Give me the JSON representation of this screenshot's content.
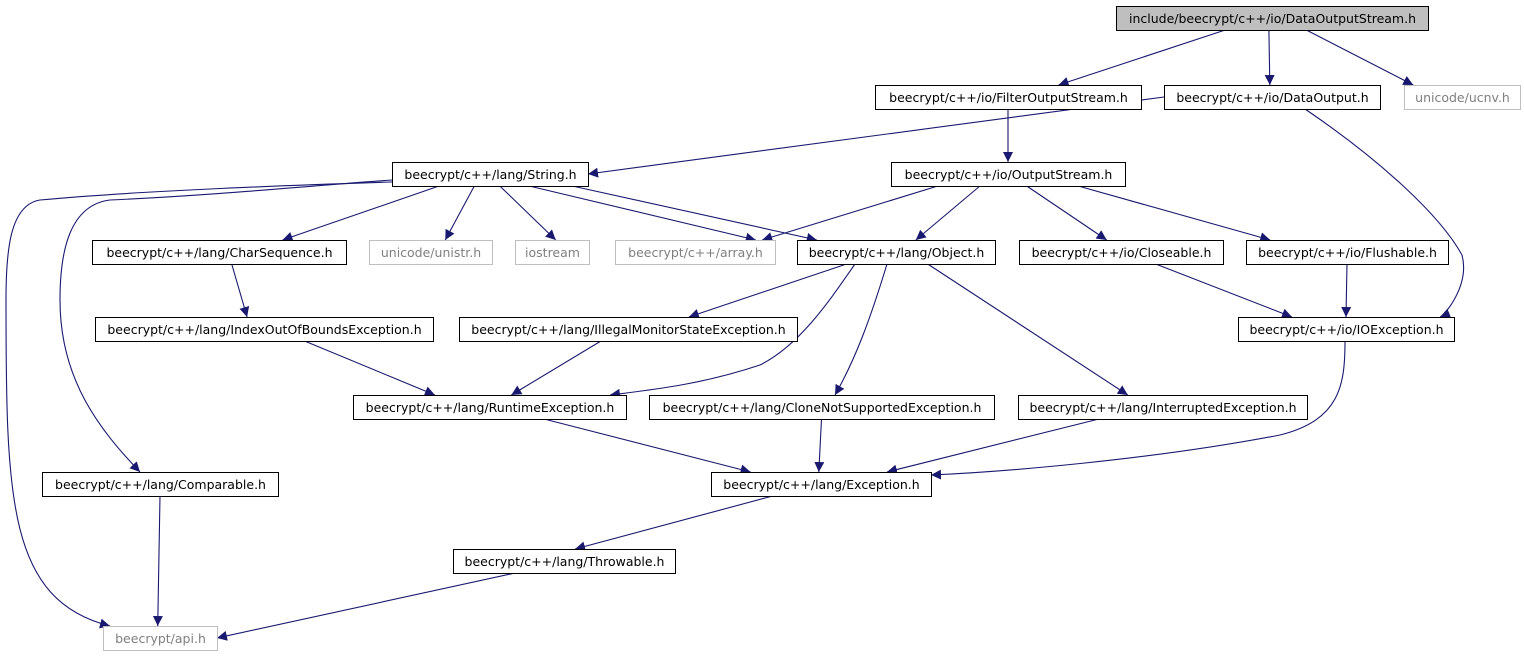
{
  "graph": {
    "colors": {
      "edge": "#191970",
      "node_border": "#000000",
      "root_fill": "#bfbfbf",
      "external_border": "#bfbfbf",
      "external_text": "#7f7f7f"
    },
    "nodes": [
      {
        "id": "dataoutputstream",
        "label": "include/beecrypt/c++/io/DataOutputStream.h",
        "kind": "root"
      },
      {
        "id": "filteroutputstream",
        "label": "beecrypt/c++/io/FilterOutputStream.h",
        "kind": "header"
      },
      {
        "id": "dataoutput",
        "label": "beecrypt/c++/io/DataOutput.h",
        "kind": "header"
      },
      {
        "id": "ucnv",
        "label": "unicode/ucnv.h",
        "kind": "external"
      },
      {
        "id": "string",
        "label": "beecrypt/c++/lang/String.h",
        "kind": "header"
      },
      {
        "id": "outputstream",
        "label": "beecrypt/c++/io/OutputStream.h",
        "kind": "header"
      },
      {
        "id": "charsequence",
        "label": "beecrypt/c++/lang/CharSequence.h",
        "kind": "header"
      },
      {
        "id": "unistr",
        "label": "unicode/unistr.h",
        "kind": "external"
      },
      {
        "id": "iostream",
        "label": "iostream",
        "kind": "external"
      },
      {
        "id": "array",
        "label": "beecrypt/c++/array.h",
        "kind": "external"
      },
      {
        "id": "object",
        "label": "beecrypt/c++/lang/Object.h",
        "kind": "header"
      },
      {
        "id": "closeable",
        "label": "beecrypt/c++/io/Closeable.h",
        "kind": "header"
      },
      {
        "id": "flushable",
        "label": "beecrypt/c++/io/Flushable.h",
        "kind": "header"
      },
      {
        "id": "indexoutofbounds",
        "label": "beecrypt/c++/lang/IndexOutOfBoundsException.h",
        "kind": "header"
      },
      {
        "id": "illegalmonitor",
        "label": "beecrypt/c++/lang/IllegalMonitorStateException.h",
        "kind": "header"
      },
      {
        "id": "ioexception",
        "label": "beecrypt/c++/io/IOException.h",
        "kind": "header"
      },
      {
        "id": "runtimeexception",
        "label": "beecrypt/c++/lang/RuntimeException.h",
        "kind": "header"
      },
      {
        "id": "clonenotsupported",
        "label": "beecrypt/c++/lang/CloneNotSupportedException.h",
        "kind": "header"
      },
      {
        "id": "interrupted",
        "label": "beecrypt/c++/lang/InterruptedException.h",
        "kind": "header"
      },
      {
        "id": "comparable",
        "label": "beecrypt/c++/lang/Comparable.h",
        "kind": "header"
      },
      {
        "id": "exception",
        "label": "beecrypt/c++/lang/Exception.h",
        "kind": "header"
      },
      {
        "id": "throwable",
        "label": "beecrypt/c++/lang/Throwable.h",
        "kind": "header"
      },
      {
        "id": "api",
        "label": "beecrypt/api.h",
        "kind": "external"
      }
    ],
    "edges": [
      {
        "from": "dataoutputstream",
        "to": "filteroutputstream"
      },
      {
        "from": "dataoutputstream",
        "to": "dataoutput"
      },
      {
        "from": "dataoutputstream",
        "to": "ucnv"
      },
      {
        "from": "filteroutputstream",
        "to": "outputstream"
      },
      {
        "from": "dataoutput",
        "to": "string"
      },
      {
        "from": "dataoutput",
        "to": "ioexception"
      },
      {
        "from": "string",
        "to": "charsequence"
      },
      {
        "from": "string",
        "to": "unistr"
      },
      {
        "from": "string",
        "to": "iostream"
      },
      {
        "from": "string",
        "to": "array"
      },
      {
        "from": "string",
        "to": "object"
      },
      {
        "from": "string",
        "to": "comparable"
      },
      {
        "from": "string",
        "to": "api"
      },
      {
        "from": "outputstream",
        "to": "array"
      },
      {
        "from": "outputstream",
        "to": "object"
      },
      {
        "from": "outputstream",
        "to": "closeable"
      },
      {
        "from": "outputstream",
        "to": "flushable"
      },
      {
        "from": "charsequence",
        "to": "indexoutofbounds"
      },
      {
        "from": "object",
        "to": "illegalmonitor"
      },
      {
        "from": "object",
        "to": "runtimeexception"
      },
      {
        "from": "object",
        "to": "clonenotsupported"
      },
      {
        "from": "object",
        "to": "interrupted"
      },
      {
        "from": "closeable",
        "to": "ioexception"
      },
      {
        "from": "flushable",
        "to": "ioexception"
      },
      {
        "from": "indexoutofbounds",
        "to": "runtimeexception"
      },
      {
        "from": "illegalmonitor",
        "to": "runtimeexception"
      },
      {
        "from": "ioexception",
        "to": "exception"
      },
      {
        "from": "runtimeexception",
        "to": "exception"
      },
      {
        "from": "clonenotsupported",
        "to": "exception"
      },
      {
        "from": "interrupted",
        "to": "exception"
      },
      {
        "from": "comparable",
        "to": "api"
      },
      {
        "from": "exception",
        "to": "throwable"
      },
      {
        "from": "throwable",
        "to": "api"
      }
    ]
  }
}
